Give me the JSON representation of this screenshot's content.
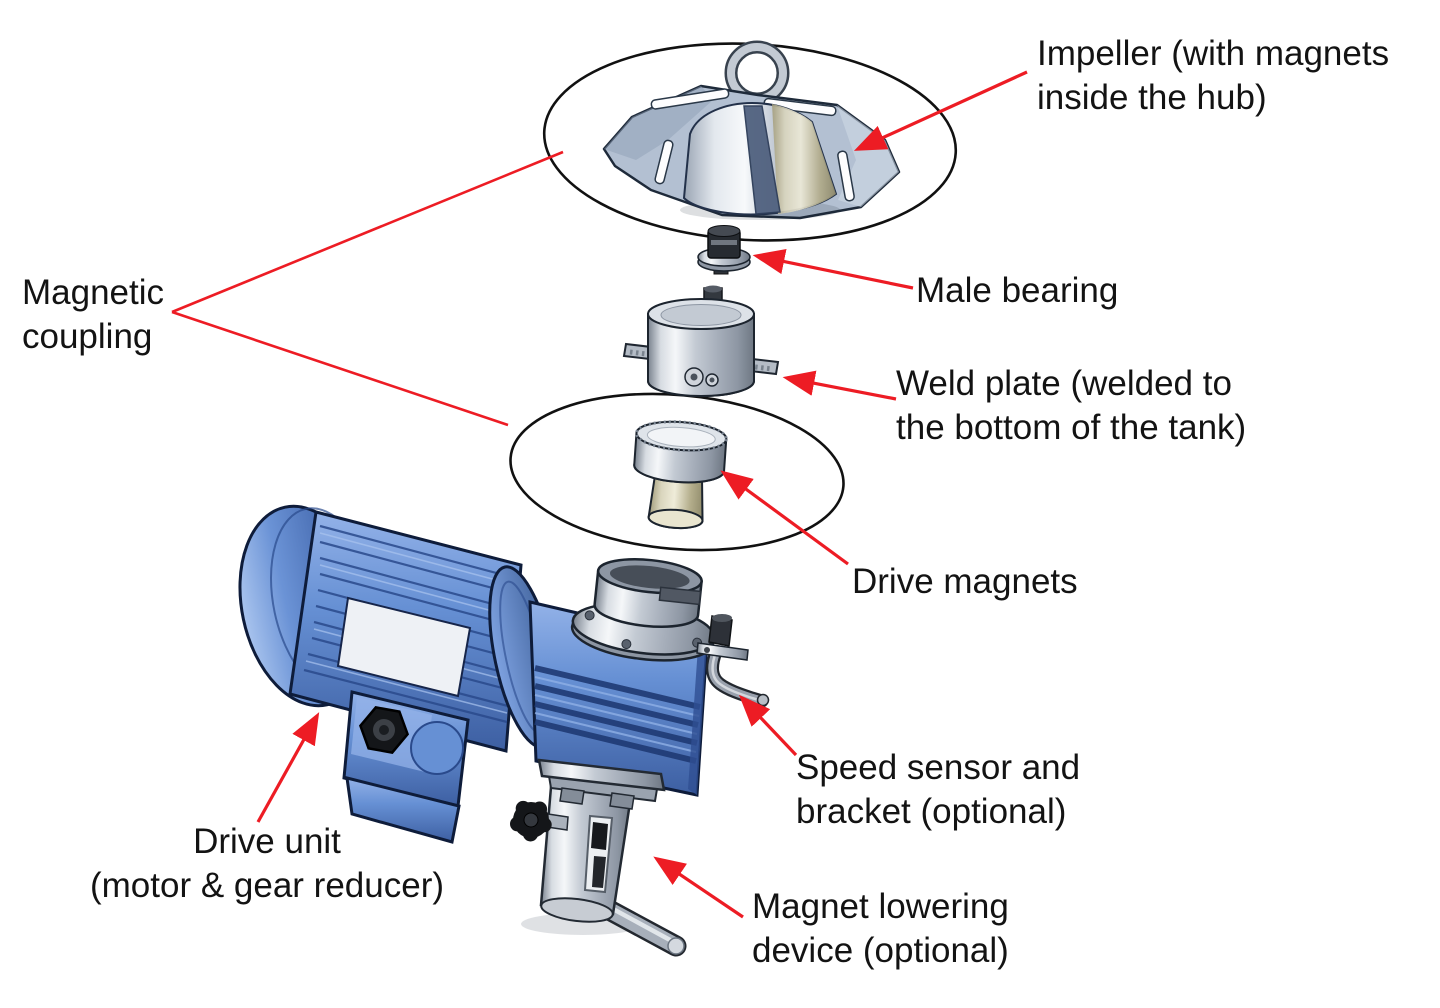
{
  "labels": {
    "impeller": "Impeller (with magnets\ninside the hub)",
    "male_bearing": "Male bearing",
    "weld_plate": "Weld plate (welded to\nthe bottom of the tank)",
    "magnetic_coupling": "Magnetic\ncoupling",
    "drive_magnets": "Drive magnets",
    "speed_sensor": "Speed sensor and\nbracket (optional)",
    "drive_unit": "Drive unit\n(motor & gear reducer)",
    "magnet_lowering": "Magnet lowering\ndevice (optional)"
  },
  "colors": {
    "arrow_red": "#ed1c24",
    "callout_black": "#111111",
    "text_black": "#131313",
    "machine_blue": "#5d83c9",
    "machine_blue_dark": "#0e1c3a",
    "steel_grey": "#c7ccd4",
    "magnet_khaki": "#d9d5bd"
  }
}
